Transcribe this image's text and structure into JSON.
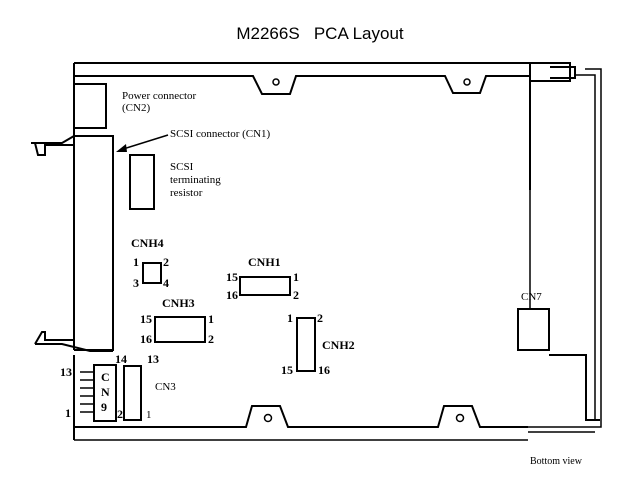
{
  "title": "M2266S   PCA Layout",
  "caption": "Bottom view",
  "labels": {
    "power_connector": "Power connector",
    "power_connector_id": "(CN2)",
    "scsi_connector": "SCSI connector (CN1)",
    "terminating_line1": "SCSI",
    "terminating_line2": "terminating",
    "terminating_line3": "resistor"
  },
  "headers": {
    "cnh4": {
      "name": "CNH4",
      "pins": [
        "1",
        "2",
        "3",
        "4"
      ]
    },
    "cnh1": {
      "name": "CNH1",
      "pins": [
        "15",
        "1",
        "16",
        "2"
      ]
    },
    "cnh3": {
      "name": "CNH3",
      "pins": [
        "15",
        "1",
        "16",
        "2"
      ]
    },
    "cnh2": {
      "name": "CNH2",
      "pins": [
        "1",
        "2",
        "15",
        "16"
      ]
    },
    "cn3": {
      "name": "CN3",
      "pins": [
        "14",
        "13",
        "2",
        "1"
      ]
    },
    "cn9": {
      "letters": [
        "C",
        "N",
        "9"
      ],
      "pins": [
        "13",
        "1"
      ]
    },
    "cn7": {
      "name": "CN7"
    }
  }
}
